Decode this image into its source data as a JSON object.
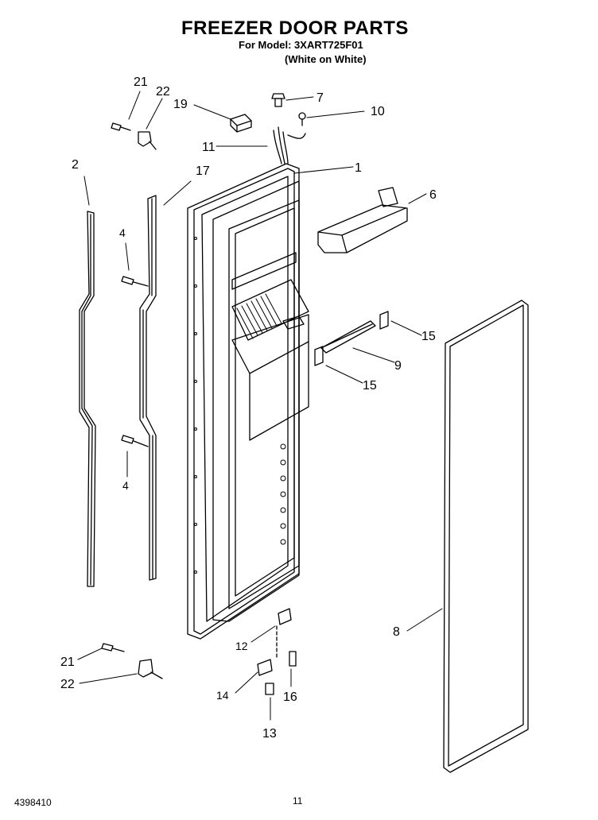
{
  "header": {
    "title": "FREEZER DOOR PARTS",
    "model_line": "For Model: 3XART725F01",
    "color_line": "(White on White)"
  },
  "callouts": [
    "1",
    "2",
    "4",
    "4",
    "6",
    "7",
    "8",
    "9",
    "10",
    "11",
    "12",
    "13",
    "14",
    "15",
    "15",
    "16",
    "17",
    "19",
    "21",
    "21",
    "22",
    "22"
  ],
  "footer": {
    "doc_number": "4398410",
    "page_number": "11"
  }
}
